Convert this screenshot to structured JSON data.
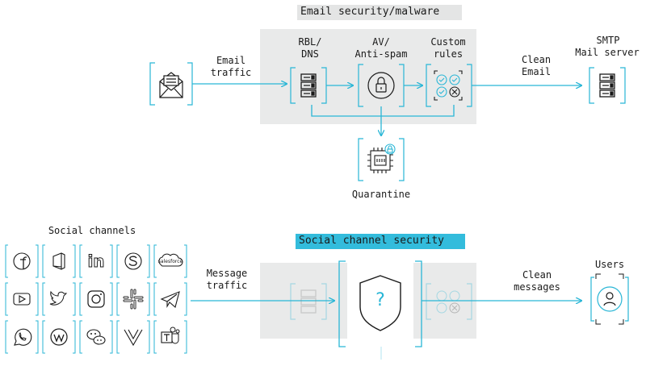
{
  "colors": {
    "accent": "#29b6d6",
    "panel": "#e9eaea",
    "ink": "#1a1a1a",
    "title_bg_email": "#e4e5e5",
    "title_bg_social": "#33bcdc"
  },
  "email": {
    "title": "Email security/malware",
    "input_label_1": "Email",
    "input_label_2": "traffic",
    "stage1_label_1": "RBL/",
    "stage1_label_2": "DNS",
    "stage2_label_1": "AV/",
    "stage2_label_2": "Anti-spam",
    "stage3_label_1": "Custom",
    "stage3_label_2": "rules",
    "output_label_1": "Clean",
    "output_label_2": "Email",
    "server_label_1": "SMTP",
    "server_label_2": "Mail server",
    "quarantine_label": "Quarantine"
  },
  "social": {
    "title": "Social channel security",
    "channels_label": "Social channels",
    "input_label_1": "Message",
    "input_label_2": "traffic",
    "output_label_1": "Clean",
    "output_label_2": "messages",
    "users_label": "Users",
    "shield_symbol": "?",
    "icons": [
      "facebook-icon",
      "office-icon",
      "linkedin-icon",
      "skype-icon",
      "salesforce-icon",
      "youtube-icon",
      "twitter-icon",
      "instagram-icon",
      "slack-icon",
      "telegram-icon",
      "whatsapp-icon",
      "workplace-icon",
      "wechat-icon",
      "viber-icon",
      "teams-icon"
    ],
    "salesforce_text": "salesforce",
    "linkedin_text": "in"
  }
}
